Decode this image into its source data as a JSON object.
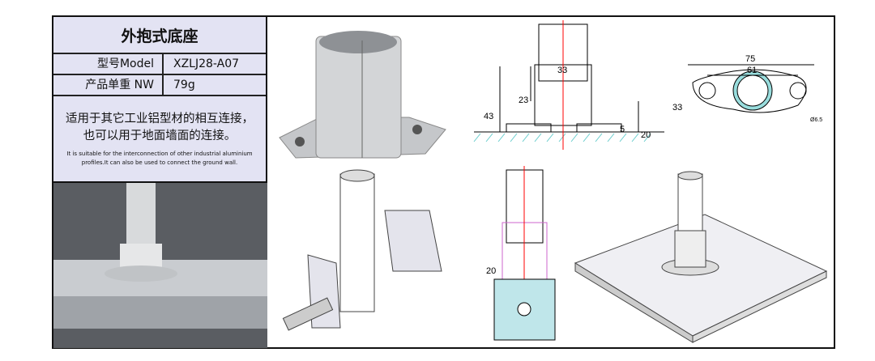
{
  "spec": {
    "title": "外抱式底座",
    "model_label": "型号Model",
    "model_value": "XZLJ28-A07",
    "weight_label": "产品单重 NW",
    "weight_value": "79g",
    "desc_cn_1": "适用于其它工业铝型材的相互连接，",
    "desc_cn_2": "也可以用于地面墙面的连接。",
    "desc_en": "It is suitable for the interconnection of other industrial aluminium profiles.It can also be used to connect the ground wall."
  },
  "drawing_side": {
    "dims": [
      "33",
      "23",
      "43",
      "5",
      "20"
    ]
  },
  "drawing_top": {
    "dims": [
      "75",
      "61",
      "33",
      "Ø6.5"
    ]
  },
  "drawing_bottom": {
    "dims": [
      "20"
    ]
  }
}
